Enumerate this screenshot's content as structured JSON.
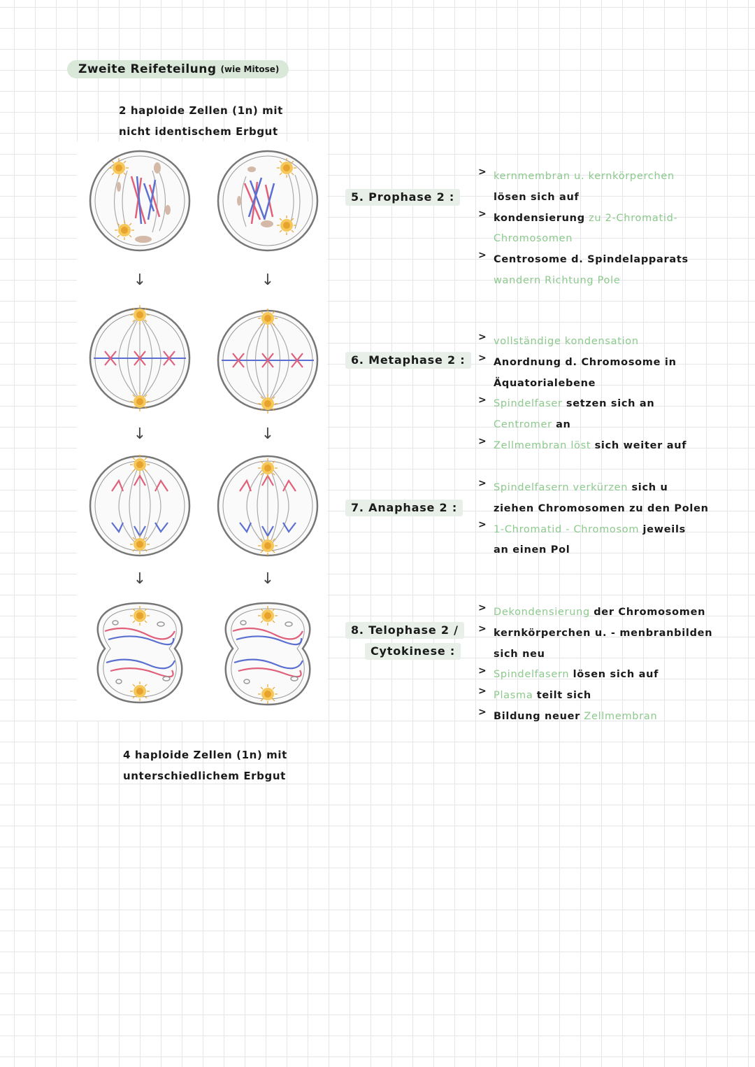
{
  "title": {
    "main": "Zweite Reifeteilung",
    "sub": "(wie Mitose)"
  },
  "intro": {
    "line1": "2 haploide Zellen (1n) mit",
    "line2": "nicht identischem Erbgut"
  },
  "outro": {
    "line1": "4 haploide Zellen (1n) mit",
    "line2": "unterschiedlichem Erbgut"
  },
  "arrow_glyph": "↓",
  "bullet_glyph": ">",
  "colors": {
    "highlight_green": "#8cc98c",
    "label_bg": "#e8efe8",
    "title_bg": "#d9e8d9",
    "chromosome_red": "#e0607a",
    "chromosome_blue": "#5a6fd0",
    "centrosome": "#f0b840"
  },
  "phases": [
    {
      "label": "5. Prophase 2 :",
      "notes": [
        {
          "green": "kernmembran u. kernkörperchen",
          "black": ""
        },
        {
          "green": "",
          "black": "lösen sich auf"
        },
        {
          "black": "kondensierung",
          "green": "zu 2-Chromatid-"
        },
        {
          "green": "Chromosomen",
          "black": ""
        },
        {
          "black": "Centrosome d. Spindelapparats",
          "green": ""
        },
        {
          "green": "wandern Richtung Pole",
          "black": ""
        }
      ]
    },
    {
      "label": "6. Metaphase 2 :",
      "notes": [
        {
          "green": "vollständige kondensation",
          "black": ""
        },
        {
          "black": "Anordnung d. Chromosome in",
          "green": ""
        },
        {
          "black": "Äquatorialebene",
          "green": ""
        },
        {
          "green": "Spindelfaser",
          "black": "setzen sich an"
        },
        {
          "green": "Centromer",
          "black": "an"
        },
        {
          "green": "Zellmembran löst",
          "black": "sich weiter auf"
        }
      ]
    },
    {
      "label": "7. Anaphase 2 :",
      "notes": [
        {
          "green": "Spindelfasern verkürzen",
          "black": "sich u"
        },
        {
          "black": "ziehen Chromosomen zu den Polen",
          "green": ""
        },
        {
          "green": "1-Chromatid - Chromosom",
          "black": "jeweils"
        },
        {
          "black": "an einen Pol",
          "green": ""
        }
      ]
    },
    {
      "label_line1": "8. Telophase 2 /",
      "label_line2": "Cytokinese  :",
      "notes": [
        {
          "green": "Dekondensierung",
          "black": "der Chromosomen"
        },
        {
          "black": "kernkörperchen u. - menbranbilden",
          "green": ""
        },
        {
          "black": "sich neu",
          "green": ""
        },
        {
          "green": "Spindelfasern",
          "black": "lösen sich auf"
        },
        {
          "green": "Plasma",
          "black": "teilt sich"
        },
        {
          "black": "Bildung neuer",
          "green": "Zellmembran"
        }
      ]
    }
  ]
}
